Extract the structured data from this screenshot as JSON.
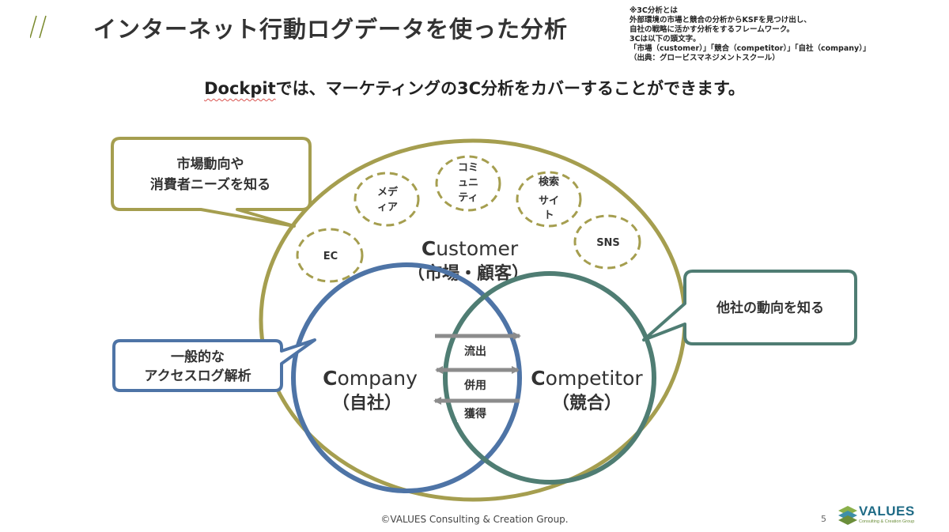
{
  "title": "インターネット行動ログデータを使った分析",
  "note": {
    "lines": [
      "※3C分析とは",
      "外部環境の市場と競合の分析からKSFを見つけ出し、",
      "自社の戦略に活かす分析をするフレームワーク。",
      "3Cは以下の頭文字。",
      "「市場（customer）」「競合（competitor）」「自社（company）」",
      "（出典：グロービスマネジメントスクール）"
    ]
  },
  "subtitle": {
    "brand": "Dockpit",
    "rest": "では、マーケティングの3C分析をカバーすることができます。"
  },
  "diagram": {
    "customer": {
      "initial": "C",
      "rest": "ustomer",
      "sub": "（市場・顧客）"
    },
    "company": {
      "initial": "C",
      "rest": "ompany",
      "sub": "（自社）"
    },
    "competitor": {
      "initial": "C",
      "rest": "ompetitor",
      "sub": "（競合）"
    },
    "flows": [
      "流出",
      "併用",
      "獲得"
    ],
    "channels": {
      "ec": [
        "EC"
      ],
      "media": [
        "メデ",
        "ィア"
      ],
      "community": [
        "コミ",
        "ュニ",
        "ティ"
      ],
      "search": [
        "検索",
        "サイ",
        "ト"
      ],
      "sns": [
        "SNS"
      ]
    },
    "callouts": {
      "market": [
        "市場動向や",
        "消費者ニーズを知る"
      ],
      "access": [
        "一般的な",
        "アクセスログ解析"
      ],
      "competitor": [
        "他社の動向を知る"
      ]
    }
  },
  "footer": "©VALUES Consulting & Creation Group.",
  "page_number": "5",
  "logo": {
    "word": "VALUES",
    "sub": "Consulting & Creation Group"
  },
  "colors": {
    "customer": "#a59e4f",
    "company": "#4e74a6",
    "competitor": "#4f7d73",
    "arrow": "#8c8c8c"
  }
}
